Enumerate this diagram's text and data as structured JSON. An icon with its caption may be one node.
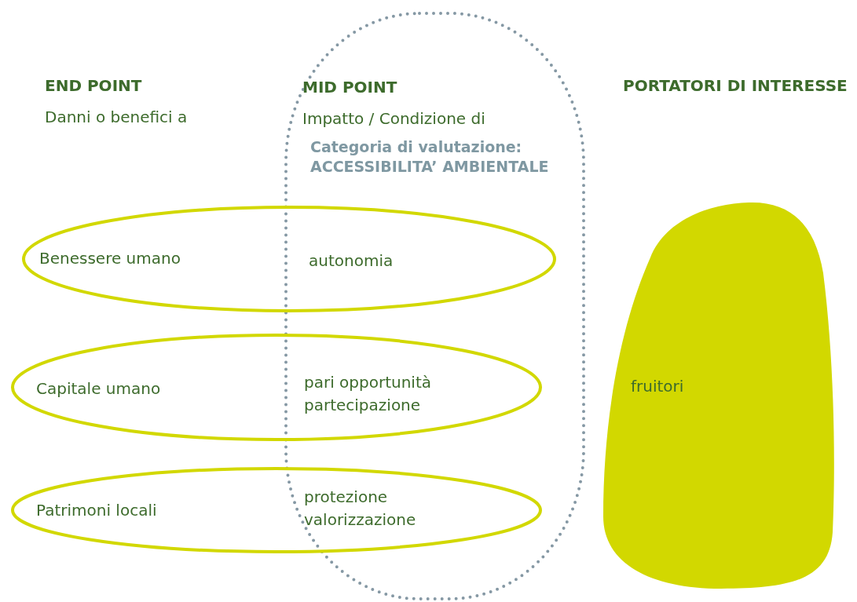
{
  "diagram": {
    "nodes": [
      {
        "text": [
          "MID POINT",
          "Impatto / Condizione di",
          "Categoria di valutazione: ACCESSIBILITA’ AMBIENTALE"
        ]
      },
      {
        "text": [
          "Benessere umano",
          "autonomia"
        ]
      },
      {
        "text": [
          "Capitale umano",
          "pari opportunità partecipazione"
        ]
      },
      {
        "text": [
          "Patrimoni locali",
          "protezione valorizzazione"
        ]
      },
      {
        "text": [
          "fruitori"
        ]
      }
    ],
    "edges": [],
    "labels": [
      "END POINT",
      "Danni o benefici a",
      "PORTATORI DI INTERESSE"
    ]
  }
}
